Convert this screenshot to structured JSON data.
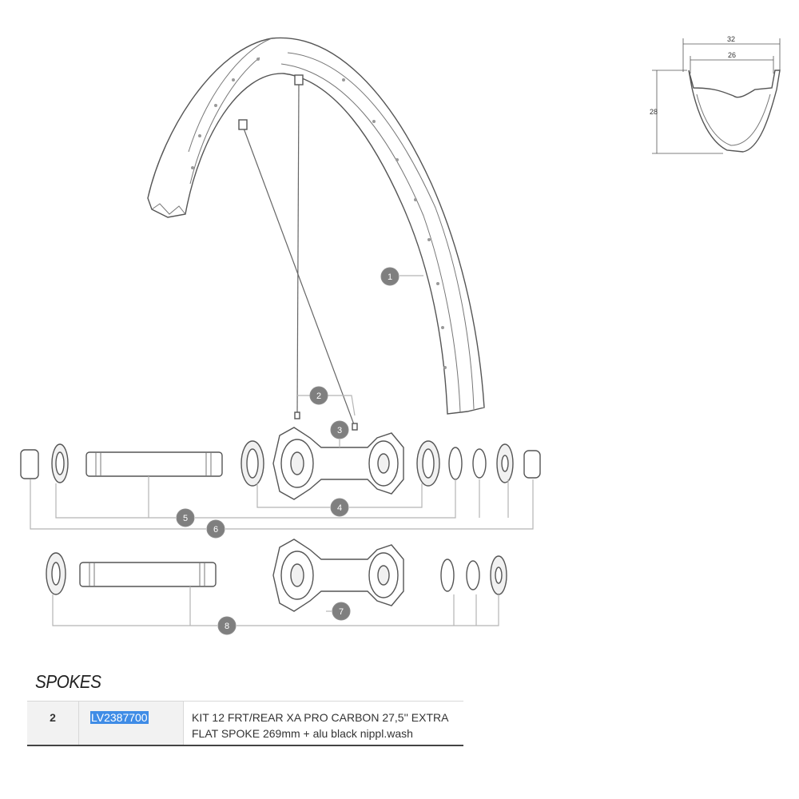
{
  "profile_dimensions": {
    "outer_width": "32",
    "inner_width": "26",
    "height": "28"
  },
  "callouts": [
    "1",
    "2",
    "3",
    "4",
    "5",
    "6",
    "7",
    "8"
  ],
  "spokes_section": {
    "title": "SPOKES",
    "rows": [
      {
        "number": "2",
        "reference": "LV2387700",
        "description": "KIT 12 FRT/REAR XA PRO CARBON 27,5'' EXTRA FLAT SPOKE 269mm + alu black nippl.wash"
      }
    ]
  },
  "colors": {
    "callout_fill": "#7f7f7f",
    "selection_highlight": "#3f8ce6",
    "line": "#555555",
    "leader": "#b5b5b5"
  }
}
